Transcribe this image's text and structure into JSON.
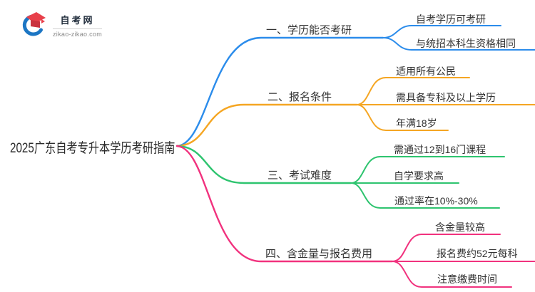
{
  "logo": {
    "site_name": "自考网",
    "site_url": "zikao-zikao.com"
  },
  "mindmap": {
    "root": "2025广东自考专升本学历考研指南",
    "branches": [
      {
        "label": "一、学历能否考研",
        "color": "#2b8ceb",
        "children": [
          "自考学历可考研",
          "与统招本科生资格相同"
        ]
      },
      {
        "label": "二、报名条件",
        "color": "#f5a623",
        "children": [
          "适用所有公民",
          "需具备专科及以上学历",
          "年满18岁"
        ]
      },
      {
        "label": "三、考试难度",
        "color": "#2ec46f",
        "children": [
          "需通过12到16门课程",
          "自学要求高",
          "通过率在10%-30%"
        ]
      },
      {
        "label": "四、含金量与报名费用",
        "color": "#f1327e",
        "children": [
          "含金量较高",
          "报名费约52元每科",
          "注意缴费时间"
        ]
      }
    ]
  },
  "colors": {
    "text": "#333333",
    "title_text": "#2b2b2b",
    "logo_blue": "#1c76c4",
    "logo_red": "#e8404a",
    "logo_red_dark": "#c9333f"
  }
}
